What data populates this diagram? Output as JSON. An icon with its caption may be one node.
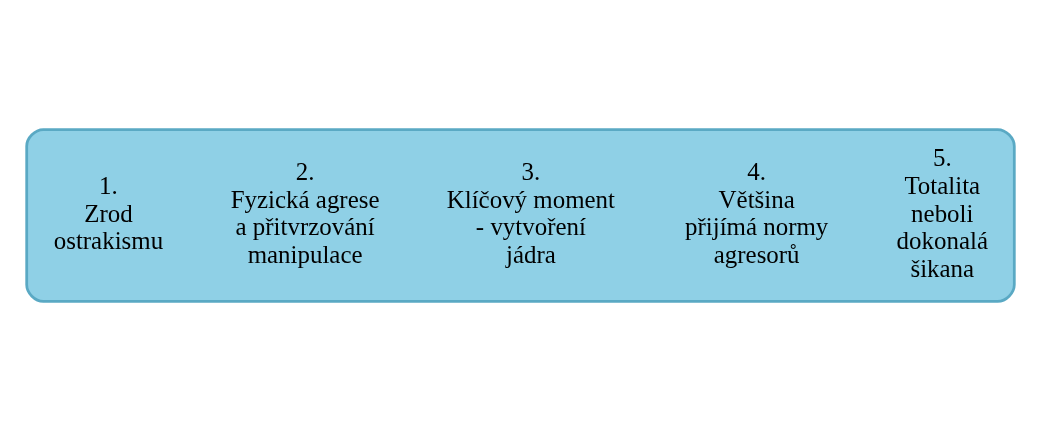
{
  "diagram": {
    "nodes": [
      {
        "text": [],
        "shape": "arrow"
      },
      {
        "text": [
          "1.",
          "Zrod ostrakismu"
        ],
        "in": 0
      },
      {
        "text": [
          "2.",
          "Fyzická agrese a přitvrzování manipulace"
        ],
        "in": 0
      },
      {
        "text": [
          "3.",
          "Klíčový moment - vytvoření jádra"
        ],
        "in": 0
      },
      {
        "text": [
          "4.",
          "Většina přijímá normy agresorů"
        ],
        "in": 0
      },
      {
        "text": [
          "5.",
          "Totalita neboli dokonalá šikana"
        ],
        "in": 0
      }
    ],
    "edges": []
  }
}
